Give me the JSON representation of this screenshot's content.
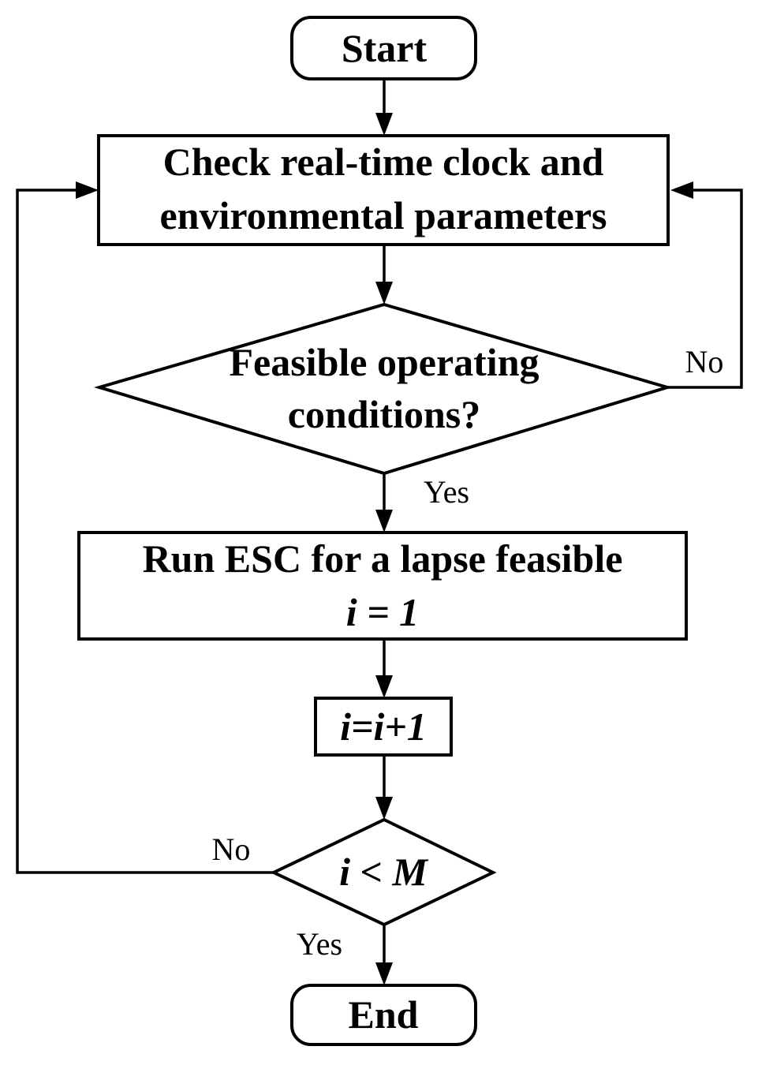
{
  "nodes": {
    "start": {
      "label": "Start"
    },
    "check": {
      "line1": "Check real-time clock and",
      "line2": "environmental parameters"
    },
    "feasible": {
      "line1": "Feasible operating",
      "line2": "conditions?"
    },
    "run": {
      "line1": "Run ESC for a lapse feasible",
      "line2": "i = 1"
    },
    "increment": {
      "label": "i=i+1"
    },
    "compare": {
      "label": "i < M"
    },
    "end": {
      "label": "End"
    }
  },
  "edges": {
    "feasible_no": "No",
    "feasible_yes": "Yes",
    "compare_no": "No",
    "compare_yes": "Yes"
  }
}
